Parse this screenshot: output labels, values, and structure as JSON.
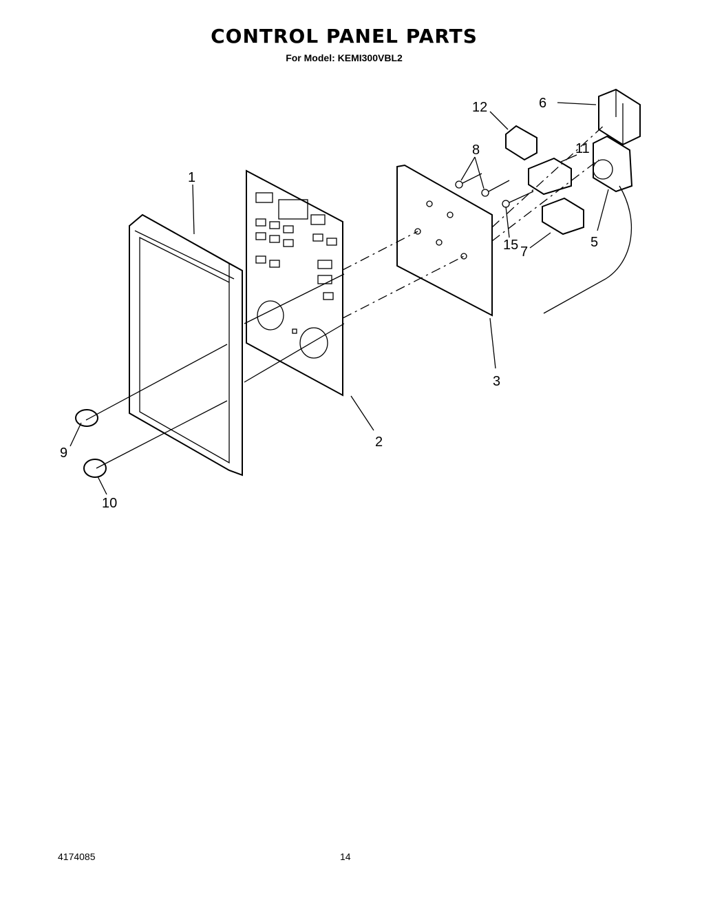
{
  "header": {
    "title": "CONTROL PANEL PARTS",
    "model": "For Model: KEMI300VBL2"
  },
  "callouts": [
    "1",
    "2",
    "3",
    "5",
    "6",
    "7",
    "8",
    "9",
    "10",
    "11",
    "12",
    "15"
  ],
  "footer": {
    "doc_number": "4174085",
    "page_number": "14"
  }
}
